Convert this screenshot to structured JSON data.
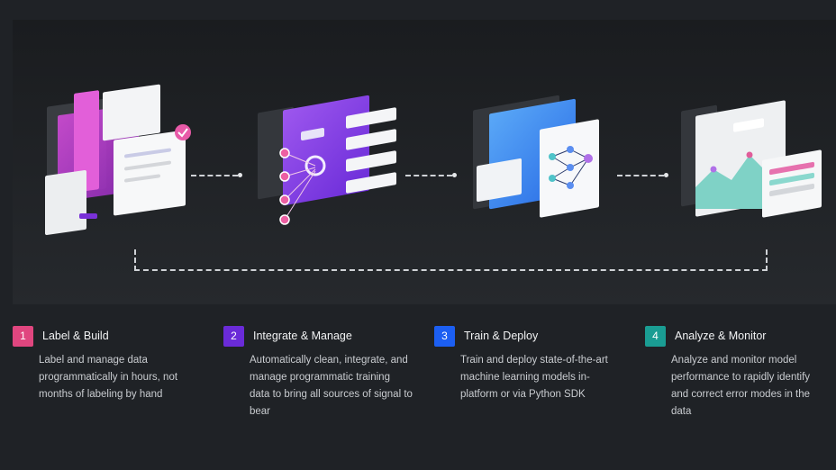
{
  "colors": {
    "step1": "#e0467f",
    "step2": "#6a2bd8",
    "step3": "#1c5ff2",
    "step4": "#1a9d93"
  },
  "steps": [
    {
      "number": "1",
      "title": "Label & Build",
      "description": "Label and manage data programmatically in hours, not months of labeling by hand"
    },
    {
      "number": "2",
      "title": "Integrate & Manage",
      "description": "Automatically clean, integrate, and manage programmatic training data to bring all sources of signal to bear"
    },
    {
      "number": "3",
      "title": "Train & Deploy",
      "description": "Train and deploy state-of-the-art machine learning models in-platform or via Python SDK"
    },
    {
      "number": "4",
      "title": "Analyze & Monitor",
      "description": "Analyze and monitor model performance to rapidly identify and correct error modes in the data"
    }
  ],
  "icons": [
    "checkmark-icon",
    "network-graph-icon",
    "area-chart-icon"
  ]
}
